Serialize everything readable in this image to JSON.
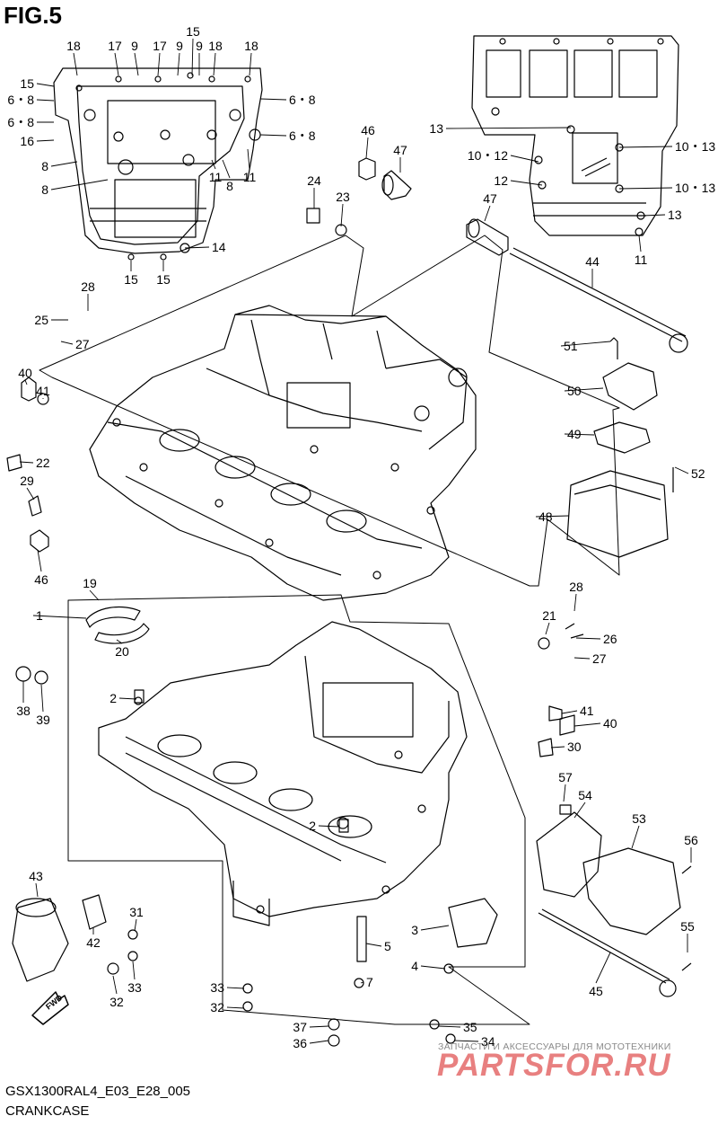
{
  "figure": {
    "title": "FIG.5",
    "code": "GSX1300RAL4_E03_E28_005",
    "name": "CRANKCASE"
  },
  "watermark": {
    "line1": "ЗАПЧАСТИ И АКСЕССУАРЫ ДЛЯ МОТОТЕХНИКИ",
    "brand": "PARTSFOR.RU"
  },
  "fwd_label": "FWD",
  "callouts": [
    "18",
    "17",
    "9",
    "17",
    "9",
    "15",
    "9",
    "18",
    "18",
    "15",
    "6・8",
    "6・8",
    "16",
    "8",
    "8",
    "8",
    "11",
    "11",
    "6・8",
    "6・8",
    "14",
    "15",
    "15",
    "46",
    "47",
    "24",
    "23",
    "13",
    "10・12",
    "12",
    "47",
    "10・13",
    "10・13",
    "13",
    "11",
    "44",
    "28",
    "25",
    "27",
    "40",
    "41",
    "22",
    "29",
    "46",
    "51",
    "50",
    "49",
    "52",
    "48",
    "19",
    "1",
    "20",
    "2",
    "38",
    "39",
    "28",
    "21",
    "26",
    "27",
    "41",
    "40",
    "30",
    "57",
    "54",
    "53",
    "56",
    "43",
    "42",
    "31",
    "32",
    "33",
    "55",
    "45",
    "3",
    "5",
    "4",
    "7",
    "2",
    "33",
    "32",
    "37",
    "36",
    "35",
    "34"
  ],
  "colors": {
    "line": "#000000",
    "watermark_red": "#e46b6b",
    "watermark_grey": "#8a8a8a"
  }
}
